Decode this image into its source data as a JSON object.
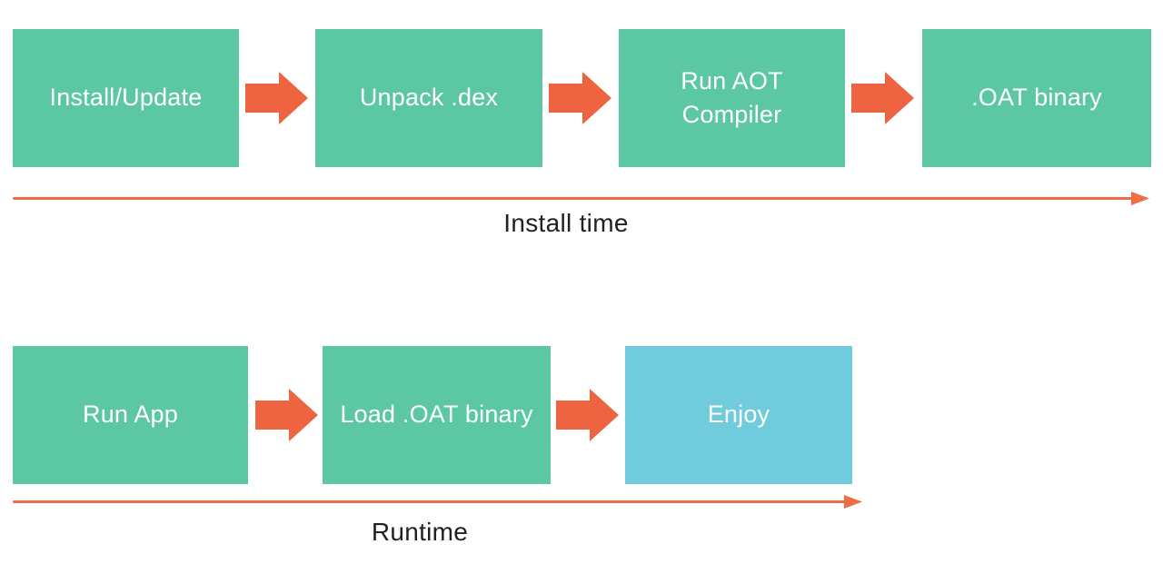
{
  "colors": {
    "step_green": "#5cc7a3",
    "step_blue": "#70cbdd",
    "block_arrow_orange": "#ee6440",
    "timeline_orange": "#ee6c46",
    "label_text": "#212121",
    "step_text": "#ffffff"
  },
  "flows": [
    {
      "timeline_label": "Install time",
      "steps": [
        {
          "label": "Install/Update"
        },
        {
          "label": "Unpack .dex"
        },
        {
          "label": "Run AOT Compiler"
        },
        {
          "label": ".OAT binary"
        }
      ]
    },
    {
      "timeline_label": "Runtime",
      "steps": [
        {
          "label": "Run App"
        },
        {
          "label": "Load .OAT binary"
        },
        {
          "label": "Enjoy"
        }
      ]
    }
  ]
}
